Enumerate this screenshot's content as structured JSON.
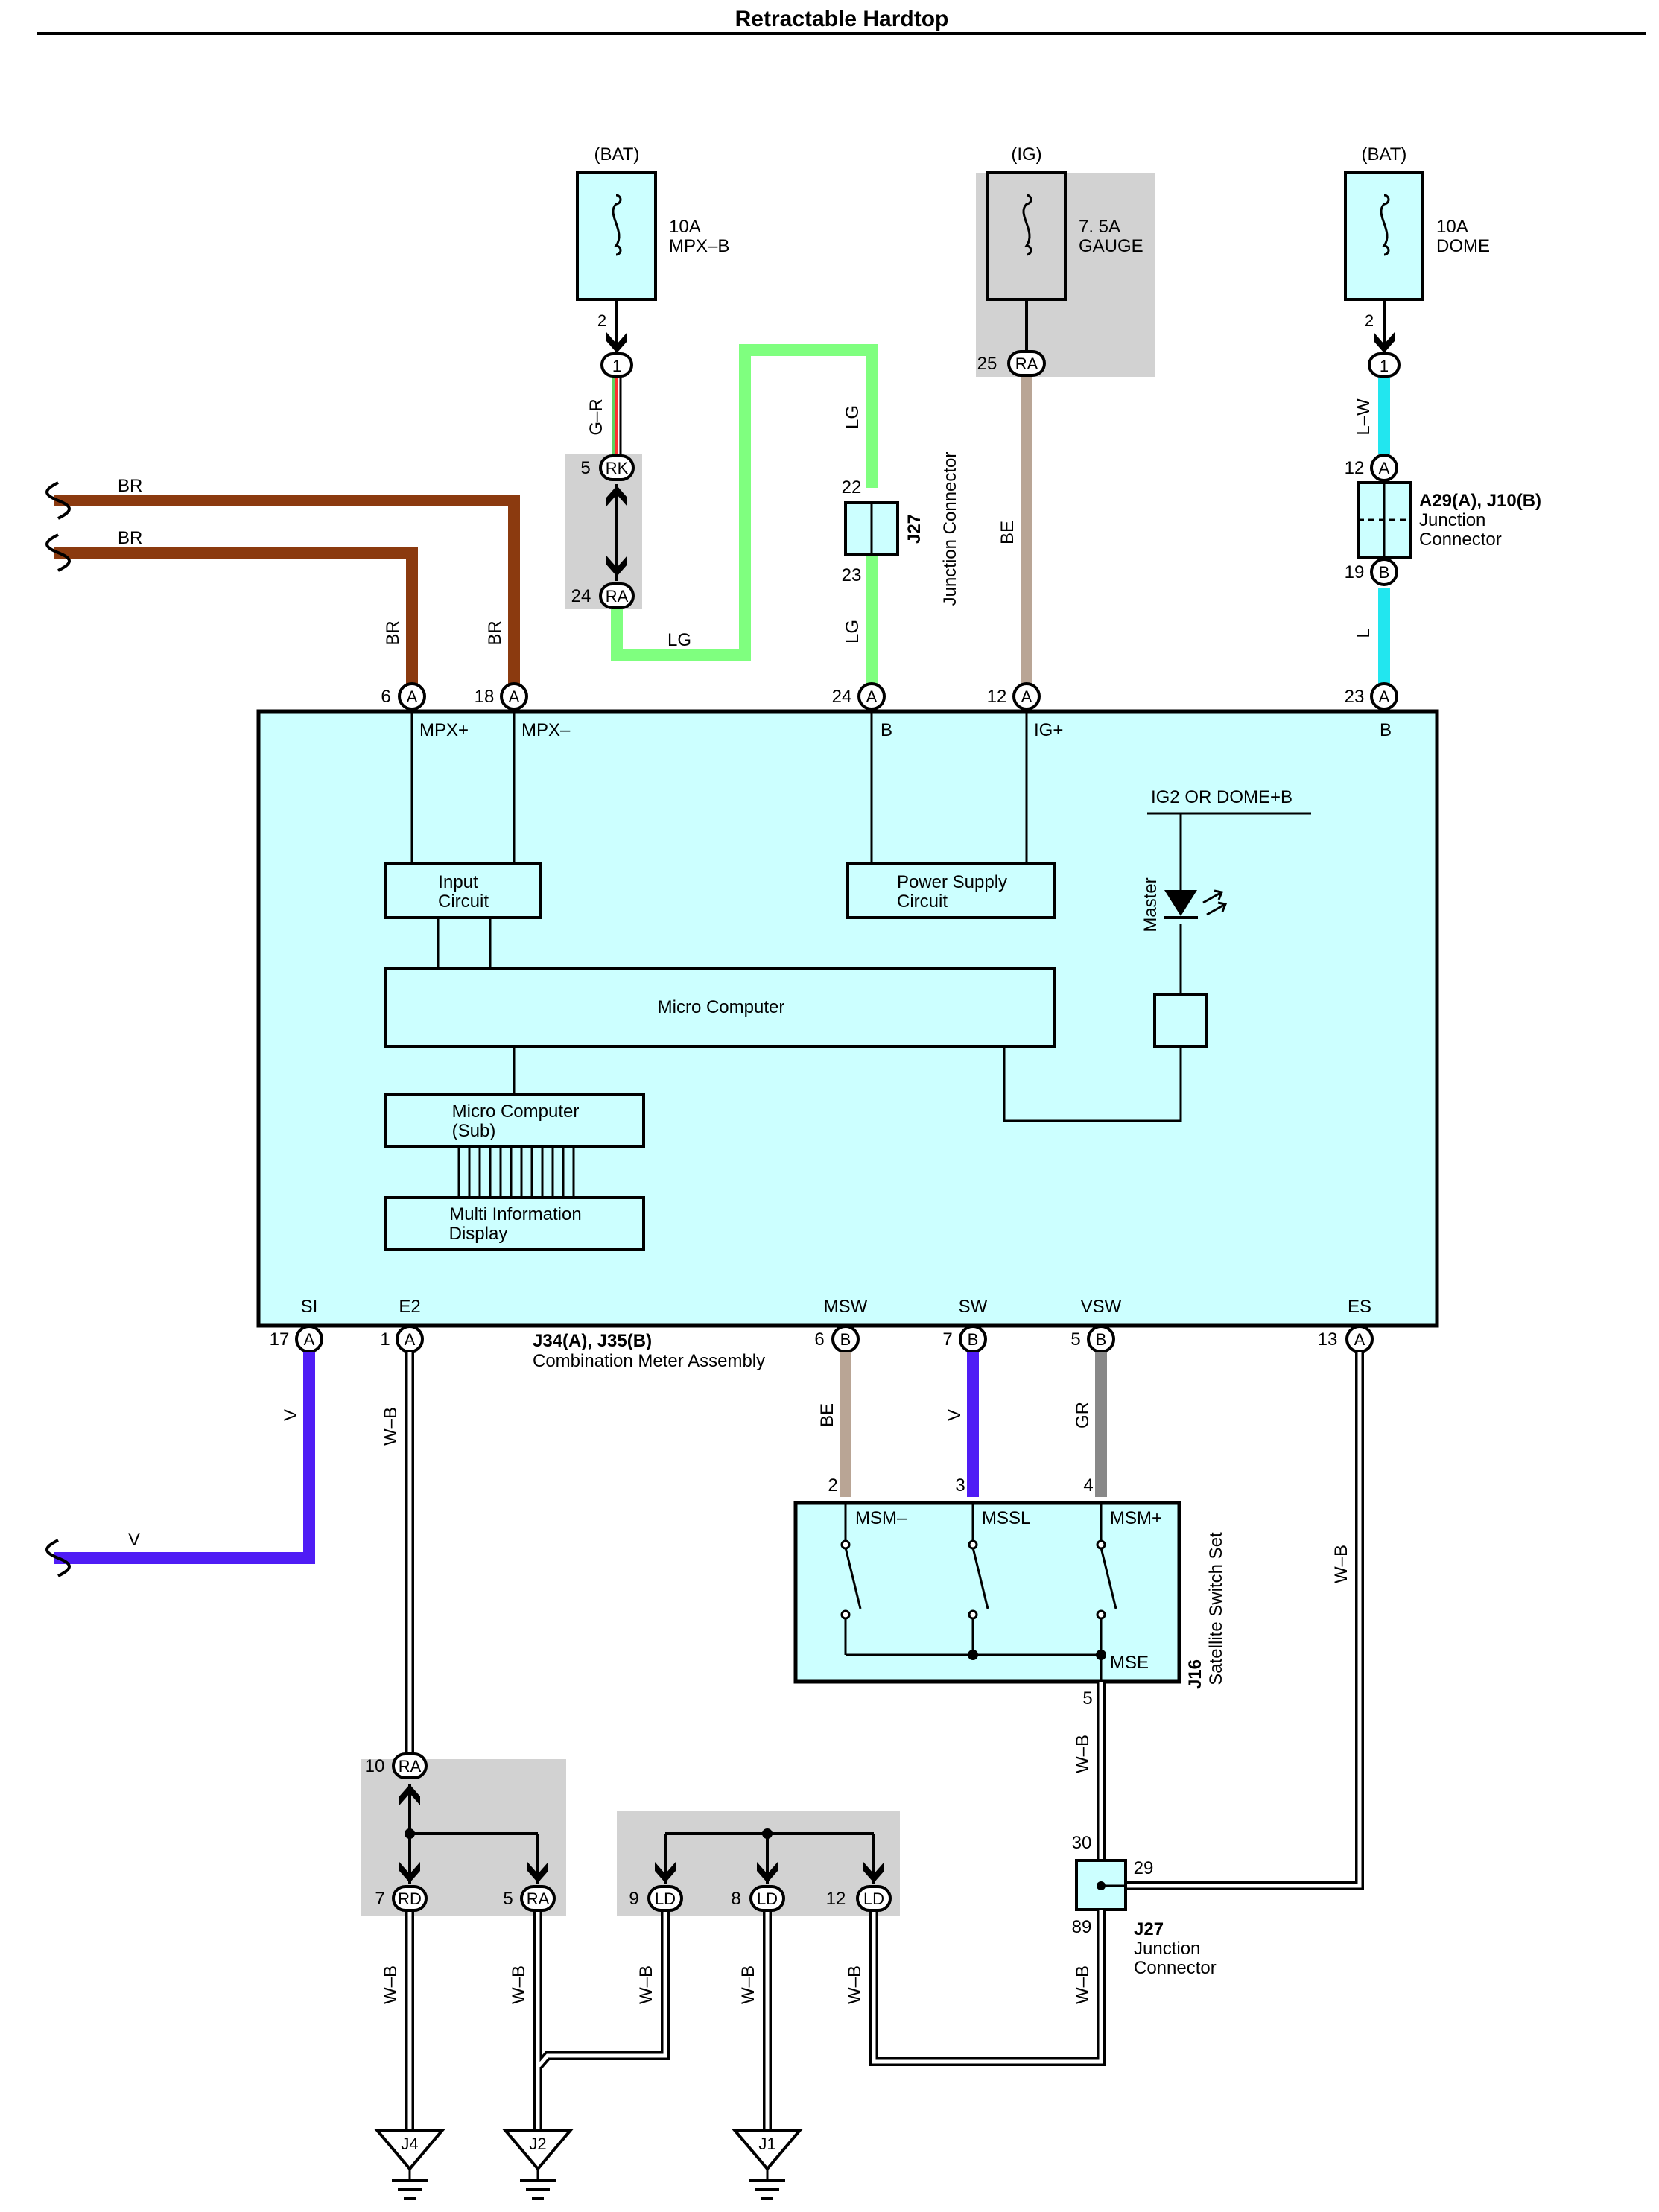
{
  "title": "Retractable Hardtop",
  "fuses": [
    {
      "supply": "(BAT)",
      "rating": "10A",
      "name": "MPX–B",
      "out_pin": "2",
      "conn_pin": "1"
    },
    {
      "supply": "(IG)",
      "rating": "7. 5A",
      "name": "GAUGE",
      "conn_pin": "25",
      "conn_code": "RA"
    },
    {
      "supply": "(BAT)",
      "rating": "10A",
      "name": "DOME",
      "out_pin": "2",
      "conn_pin": "1"
    }
  ],
  "wires": {
    "br1": "BR",
    "br2": "BR",
    "br_pin6": "BR",
    "br_pin18": "BR",
    "gr": "G–R",
    "lg1": "LG",
    "lg2": "LG",
    "lg3": "LG",
    "be_top": "BE",
    "lw": "L–W",
    "l": "L",
    "v_left": "V",
    "wb_e2": "W–B",
    "be_msw": "BE",
    "v_sw": "V",
    "gr_vsw": "GR",
    "wb_es": "W–B",
    "wb_mse": "W–B",
    "wb_j4": "W–B",
    "wb_j2": "W–B",
    "wb_ld9": "W–B",
    "wb_j1": "W–B",
    "wb_ld12": "W–B",
    "wb_j27": "W–B"
  },
  "connectors": {
    "rk": {
      "pin": "5",
      "code": "RK"
    },
    "ra24": {
      "pin": "24",
      "code": "RA"
    },
    "j27_top": {
      "pin_top": "22",
      "pin_bottom": "23",
      "id": "J27",
      "name": "Junction Connector"
    },
    "a29": {
      "pin_top": "12",
      "code_top": "A",
      "pin_bottom": "19",
      "code_bottom": "B",
      "id": "A29(A), J10(B)",
      "name1": "Junction",
      "name2": "Connector"
    },
    "ra10": {
      "pin": "10",
      "code": "RA"
    },
    "rd7": {
      "pin": "7",
      "code": "RD"
    },
    "ra5": {
      "pin": "5",
      "code": "RA"
    },
    "ld9": {
      "pin": "9",
      "code": "LD"
    },
    "ld8": {
      "pin": "8",
      "code": "LD"
    },
    "ld12": {
      "pin": "12",
      "code": "LD"
    },
    "j27_bottom": {
      "pin_top": "30",
      "pin_right": "29",
      "pin_bottom": "89",
      "id": "J27",
      "name1": "Junction",
      "name2": "Connector"
    }
  },
  "meter": {
    "id": "J34(A), J35(B)",
    "name": "Combination Meter Assembly",
    "top_pins": [
      {
        "pin": "6",
        "code": "A",
        "term": "MPX+"
      },
      {
        "pin": "18",
        "code": "A",
        "term": "MPX–"
      },
      {
        "pin": "24",
        "code": "A",
        "term": "B"
      },
      {
        "pin": "12",
        "code": "A",
        "term": "IG+"
      },
      {
        "pin": "23",
        "code": "A",
        "term": "B"
      }
    ],
    "bottom_pins": [
      {
        "pin": "17",
        "code": "A",
        "term": "SI"
      },
      {
        "pin": "1",
        "code": "A",
        "term": "E2"
      },
      {
        "pin": "6",
        "code": "B",
        "term": "MSW"
      },
      {
        "pin": "7",
        "code": "B",
        "term": "SW"
      },
      {
        "pin": "5",
        "code": "B",
        "term": "VSW"
      },
      {
        "pin": "13",
        "code": "A",
        "term": "ES"
      }
    ],
    "input_circuit": [
      "Input",
      "Circuit"
    ],
    "power_supply": [
      "Power Supply",
      "Circuit"
    ],
    "micro": "Micro Computer",
    "micro_sub": [
      "Micro Computer",
      "(Sub)"
    ],
    "mid": [
      "Multi Information",
      "Display"
    ],
    "ig2_label": "IG2 OR DOME+B",
    "master": "Master"
  },
  "switch_set": {
    "id": "J16",
    "name": "Satellite Switch Set",
    "pins": [
      "2",
      "3",
      "4"
    ],
    "terms": [
      "MSM–",
      "MSSL",
      "MSM+"
    ],
    "mse": "MSE",
    "mse_pin": "5"
  },
  "grounds": [
    "J4",
    "J2",
    "J1"
  ],
  "colors": {
    "brown": "#8b3a0f",
    "light_green": "#7fff7f",
    "beige": "#b9a595",
    "cyan": "#22e6ef",
    "violet": "#4f1cf5",
    "gray": "#888888",
    "fill": "#ccffff",
    "shade": "#d2d2d2"
  }
}
